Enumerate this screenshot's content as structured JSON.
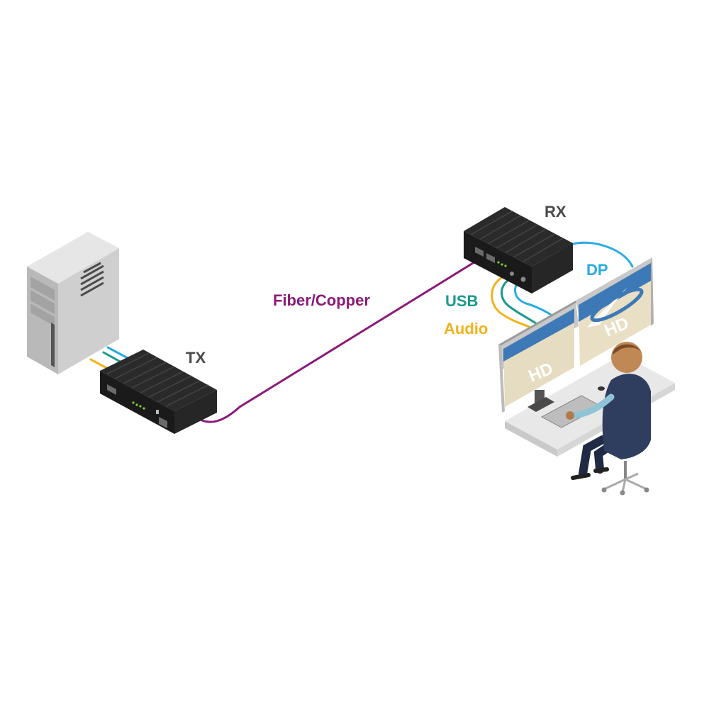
{
  "labels": {
    "tx": "TX",
    "rx": "RX",
    "link": "Fiber/Copper",
    "usb": "USB",
    "audio": "Audio",
    "dp": "DP"
  },
  "screens": {
    "left": "HD",
    "right": "HD"
  },
  "colors": {
    "link": "#8b1a7a",
    "usb": "#1a9a8c",
    "audio": "#f2b21b",
    "dp": "#29abe2",
    "label_dark": "#4a4a4a",
    "device": "#1e1e1e"
  }
}
